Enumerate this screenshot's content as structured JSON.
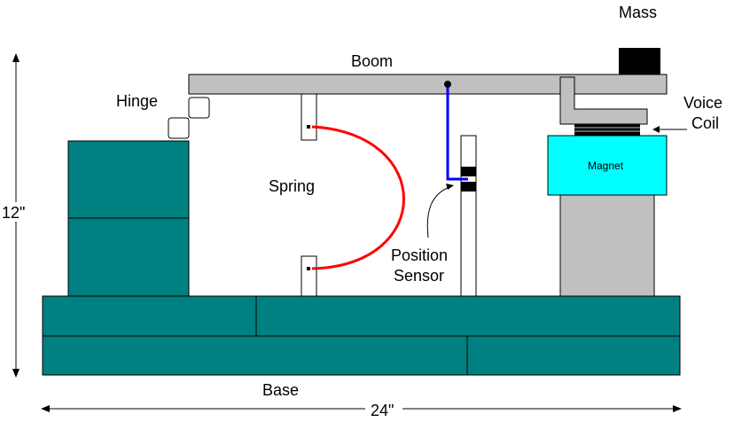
{
  "labels": {
    "mass": "Mass",
    "boom": "Boom",
    "hinge": "Hinge",
    "voice_coil_line1": "Voice",
    "voice_coil_line2": "Coil",
    "magnet": "Magnet",
    "spring": "Spring",
    "position_sensor_line1": "Position",
    "position_sensor_line2": "Sensor",
    "base": "Base",
    "height": "12\"",
    "width": "24\""
  },
  "colors": {
    "block": "#008080",
    "boom": "#c0c0c0",
    "magnet": "#00ffff",
    "spring": "#ff0000",
    "sensor_arm": "#0000ff",
    "mass": "#000000"
  }
}
